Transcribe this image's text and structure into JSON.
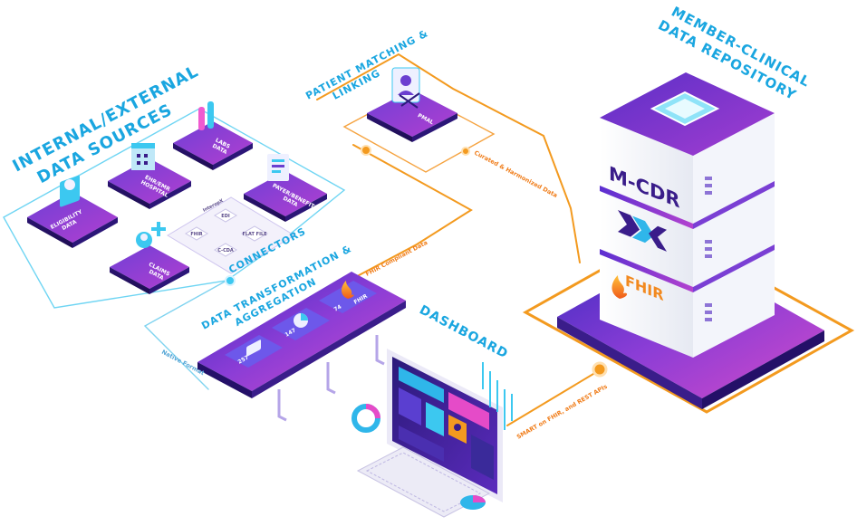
{
  "titles": {
    "sources": [
      "INTERNAL/EXTERNAL",
      "DATA SOURCES"
    ],
    "matching": [
      "PATIENT MATCHING &",
      "LINKING"
    ],
    "repository": [
      "MEMBER-CLINICAL",
      "DATA REPOSITORY"
    ],
    "transformation": [
      "DATA TRANSFORMATION &",
      "AGGREGATION"
    ],
    "dashboard": "DASHBOARD"
  },
  "sources": {
    "eligibility": [
      "ELIGIBILITY",
      "DATA"
    ],
    "ehr": [
      "EHR/EMR",
      "HOSPITAL"
    ],
    "labs": [
      "LABS",
      "DATA"
    ],
    "payer": [
      "PAYER/BENEFIT",
      "DATA"
    ],
    "claims": [
      "CLAIMS",
      "DATA"
    ]
  },
  "connectors": {
    "brand": "InteropX",
    "label": "CONNECTORS",
    "items": [
      "FHIR",
      "EDI",
      "C-CDA",
      "FLAT FILE"
    ]
  },
  "pmal_label": "PMAL",
  "flows": {
    "curated": "Curated & Harmonized Data",
    "fhir_compliant": "FHIR Compliant Data",
    "native": "Native Format",
    "smart": "SMART on FHIR, and REST APIs"
  },
  "aggregation": {
    "fhir_label": "FHIR",
    "metrics": [
      "257",
      "147",
      "74"
    ]
  },
  "server": {
    "mcdr": "M-CDR",
    "fhir": "FHIR"
  },
  "colors": {
    "purple_dark": "#3a1d8a",
    "purple": "#6b3fd0",
    "magenta": "#c340d6",
    "cyan": "#3cc8f0",
    "orange": "#f39a1f",
    "title_blue": "#1aa6e0"
  }
}
